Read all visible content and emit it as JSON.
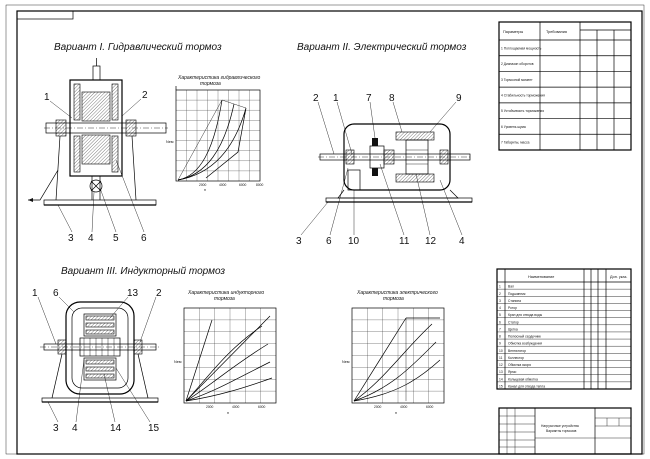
{
  "titles": {
    "v1": "Вариант I. Гидравлический тормоз",
    "v2": "Вариант II. Электрический тормоз",
    "v3": "Вариант III. Индукторный тормоз"
  },
  "charts": {
    "hydraulic": {
      "title_l1": "Характеристика гидравлического",
      "title_l2": "тормоза",
      "y_label": "Nем",
      "x_label": "n",
      "ticks": [
        "2000",
        "4000",
        "6000",
        "8000"
      ]
    },
    "inductor_left": {
      "title_l1": "Характеристика индукторного",
      "title_l2": "тормоза",
      "y_label": "Nем",
      "x_label": "n",
      "ticks": [
        "2000",
        "4000",
        "6000"
      ]
    },
    "inductor_right": {
      "title_l1": "Характеристика электрического",
      "title_l2": "тормоза",
      "y_label": "Nем",
      "x_label": "n",
      "ticks": [
        "2000",
        "4000",
        "6000"
      ]
    }
  },
  "labels": {
    "v1": [
      "1",
      "2",
      "3",
      "4",
      "5",
      "6"
    ],
    "v2": [
      "2",
      "1",
      "7",
      "8",
      "9",
      "3",
      "6",
      "10",
      "11",
      "12",
      "4"
    ],
    "v3": [
      "1",
      "6",
      "13",
      "2",
      "3",
      "4",
      "14",
      "15"
    ]
  },
  "param_table": {
    "headers": [
      "Параметры",
      "Требования"
    ],
    "rows": [
      [
        "1 Поглощаемая мощность",
        "",
        "",
        "",
        ""
      ],
      [
        "2 Диапазон оборотов",
        "",
        "",
        "",
        ""
      ],
      [
        "3 Тормозной момент",
        "",
        "",
        "",
        ""
      ],
      [
        "4 Стабильность торможения",
        "",
        "",
        "",
        ""
      ],
      [
        "5 Устойчивость торможения",
        "",
        "",
        "",
        ""
      ],
      [
        "6 Уровень шума",
        "",
        "",
        "",
        ""
      ],
      [
        "7 Габариты, масса",
        "",
        "",
        "",
        ""
      ]
    ]
  },
  "spec_table": {
    "headers": [
      "Наименование",
      "",
      "",
      "",
      "Доп. указ."
    ],
    "rows": [
      [
        "1",
        "Вал"
      ],
      [
        "2",
        "Подшипник"
      ],
      [
        "3",
        "Станина"
      ],
      [
        "4",
        "Ротор"
      ],
      [
        "5",
        "Кран для отвода воды"
      ],
      [
        "6",
        "Статор"
      ],
      [
        "7",
        "Щетка"
      ],
      [
        "8",
        "Полюсный сердечник"
      ],
      [
        "9",
        "Обмотка возбуждения"
      ],
      [
        "10",
        "Вентилятор"
      ],
      [
        "11",
        "Коллектор"
      ],
      [
        "12",
        "Обмотка якоря"
      ],
      [
        "13",
        "Ярмо"
      ],
      [
        "14",
        "Кольцевая обмотка"
      ],
      [
        "15",
        "Канал для отвода тепла"
      ]
    ]
  },
  "stamp": {
    "line1": "Нагрузочные устройства",
    "line2": "Варианты тормозов"
  }
}
